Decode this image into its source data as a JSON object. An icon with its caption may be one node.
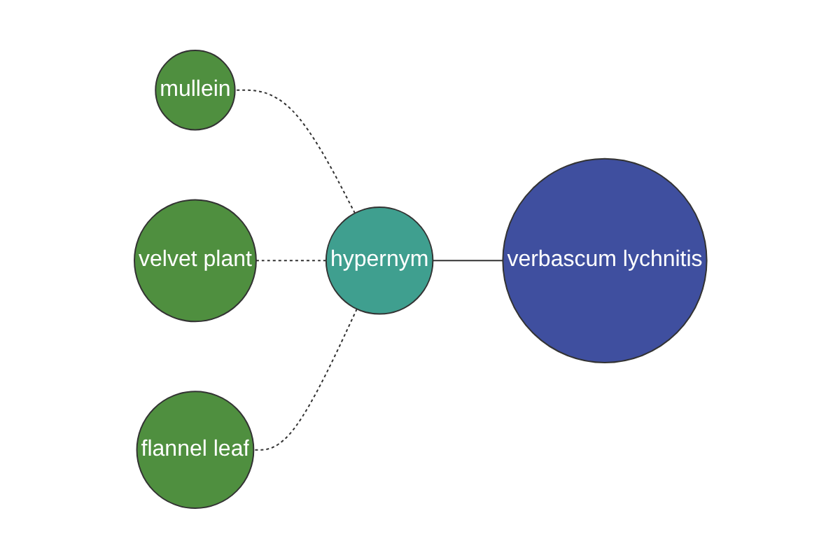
{
  "diagram": {
    "nodes": [
      {
        "text": [
          "mullein"
        ]
      },
      {
        "text": [
          "velvet plant"
        ]
      },
      {
        "text": [
          "hypernym"
        ]
      },
      {
        "text": [
          "flannel leaf"
        ]
      },
      {
        "text": [
          "verbascum lychnitis"
        ]
      }
    ],
    "edges": [
      {
        "from": 4,
        "to": 2,
        "arrow": "none"
      },
      {
        "from": 2,
        "to": 0,
        "arrow": "none",
        "style": "dashed"
      },
      {
        "from": 2,
        "to": 1,
        "arrow": "none",
        "style": "dashed"
      },
      {
        "from": 2,
        "to": 3,
        "arrow": "none",
        "style": "dashed"
      }
    ]
  }
}
